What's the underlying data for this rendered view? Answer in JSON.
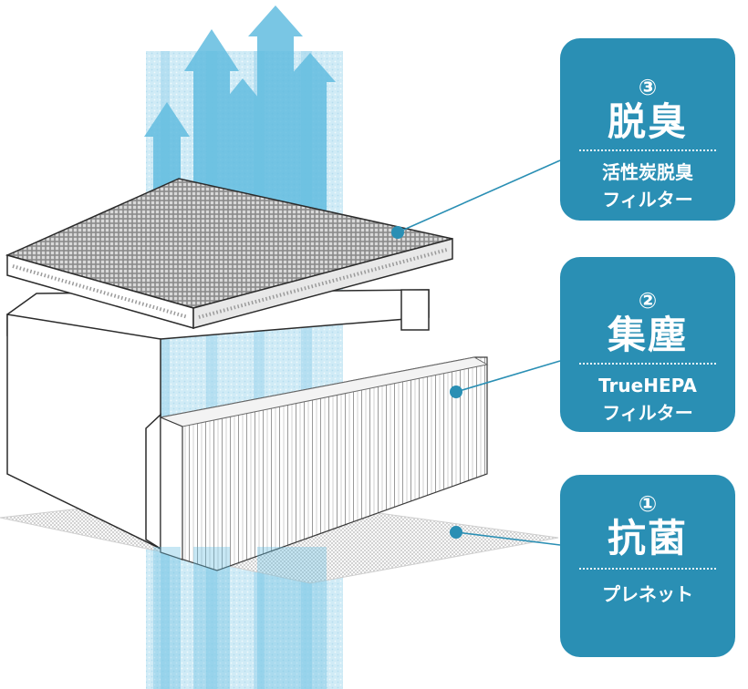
{
  "colors": {
    "card_background": "#2a8fb4",
    "card_text": "#ffffff",
    "airflow": "#5ab8dc",
    "leader_line": "#2a8fb4"
  },
  "filters": [
    {
      "number": "③",
      "title": "脱臭",
      "lines": [
        "活性炭脱臭",
        "フィルター"
      ],
      "layer": "top-carbon-mesh"
    },
    {
      "number": "②",
      "title": "集塵",
      "lines": [
        "TrueHEPA",
        "フィルター"
      ],
      "layer": "middle-pleated-hepa"
    },
    {
      "number": "①",
      "title": "抗菌",
      "lines": [
        "プレネット"
      ],
      "layer": "bottom-pre-net"
    }
  ],
  "icons": {
    "airflow": "upward-arrow-icon",
    "leader_dot": "callout-dot-icon"
  }
}
